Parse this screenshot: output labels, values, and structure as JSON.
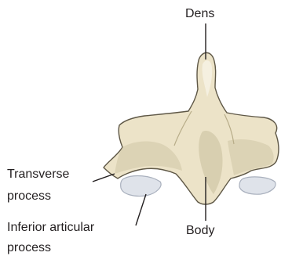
{
  "diagram": {
    "labels": {
      "dens": "Dens",
      "transverse_process": [
        "Transverse",
        "process"
      ],
      "inferior_articular_process": [
        "Inferior articular",
        "process"
      ],
      "body": "Body"
    },
    "colors": {
      "bone_fill": "#ece3c8",
      "bone_shadow": "#c9bf9d",
      "bone_outline": "#5e5746",
      "facet_fill": "#dfe3ea",
      "facet_shadow": "#a9b0bd",
      "leader_line": "#231f20",
      "text": "#231f20"
    }
  }
}
